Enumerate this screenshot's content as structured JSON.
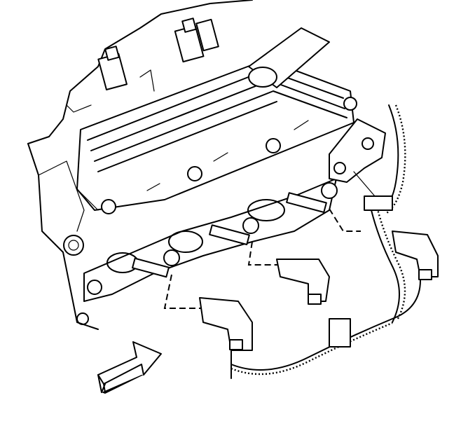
{
  "figure": {
    "description_visible_text": "",
    "colors": {
      "ink": "#000000",
      "paper": "#ffffff"
    },
    "components": [
      "engine-block",
      "cylinder-head",
      "valve-cover",
      "fuel-injector",
      "exhaust-manifold-gasket",
      "spark-plug",
      "spark-plug-boot",
      "wiring-harness",
      "harness-bracket",
      "view-direction-arrow"
    ]
  }
}
